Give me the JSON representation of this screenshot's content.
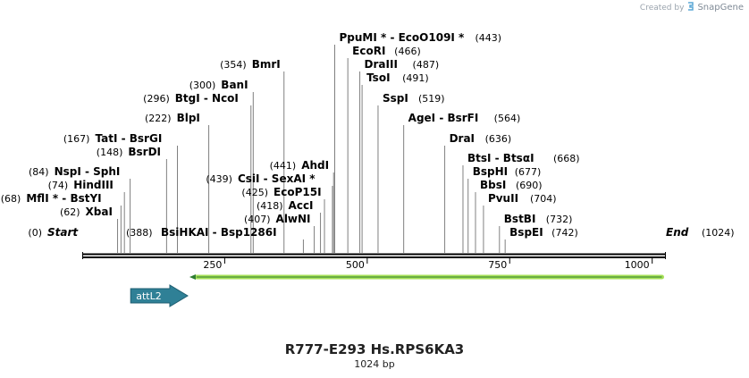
{
  "credit": {
    "prefix": "Created by",
    "brand": "SnapGene"
  },
  "title": "R777-E293 Hs.RPS6KA3",
  "length_label": "1024 bp",
  "sequence": {
    "length": 1024,
    "start_label": "Start",
    "start_pos": "(0)",
    "end_label": "End",
    "end_pos": "(1024)"
  },
  "ticks": [
    {
      "pos": 250,
      "label": "250"
    },
    {
      "pos": 500,
      "label": "500"
    },
    {
      "pos": 750,
      "label": "750"
    },
    {
      "pos": 1000,
      "label": "1000"
    }
  ],
  "features": [
    {
      "name": "attL2",
      "start": 85,
      "end": 185,
      "direction": "forward",
      "color": "#2f8096"
    },
    {
      "name": "",
      "start": 185,
      "end": 1017,
      "direction": "reverse",
      "color": "#a6e057"
    }
  ],
  "sites": [
    {
      "pos": 62,
      "label": "XbaI",
      "pos_label": "(62)"
    },
    {
      "pos": 68,
      "label": "MflI * - BstYI",
      "pos_label": "(68)"
    },
    {
      "pos": 74,
      "label": "HindIII",
      "pos_label": "(74)"
    },
    {
      "pos": 84,
      "label": "NspI - SphI",
      "pos_label": "(84)"
    },
    {
      "pos": 148,
      "label": "BsrDI",
      "pos_label": "(148)"
    },
    {
      "pos": 167,
      "label": "TatI - BsrGI",
      "pos_label": "(167)"
    },
    {
      "pos": 222,
      "label": "BlpI",
      "pos_label": "(222)"
    },
    {
      "pos": 296,
      "label": "BtgI - NcoI",
      "pos_label": "(296)"
    },
    {
      "pos": 300,
      "label": "BanI",
      "pos_label": "(300)"
    },
    {
      "pos": 354,
      "label": "BmrI",
      "pos_label": "(354)"
    },
    {
      "pos": 388,
      "label": "BsiHKAI - Bsp1286I",
      "pos_label": "(388)"
    },
    {
      "pos": 407,
      "label": "AlwNI",
      "pos_label": "(407)"
    },
    {
      "pos": 418,
      "label": "AccI",
      "pos_label": "(418)"
    },
    {
      "pos": 425,
      "label": "EcoP15I",
      "pos_label": "(425)"
    },
    {
      "pos": 439,
      "label": "CsiI - SexAI *",
      "pos_label": "(439)"
    },
    {
      "pos": 441,
      "label": "AhdI",
      "pos_label": "(441)"
    },
    {
      "pos": 443,
      "label": "PpuMI * - EcoO109I *",
      "pos_label": "(443)"
    },
    {
      "pos": 466,
      "label": "EcoRI",
      "pos_label": "(466)"
    },
    {
      "pos": 487,
      "label": "DraIII",
      "pos_label": "(487)"
    },
    {
      "pos": 491,
      "label": "TsoI",
      "pos_label": "(491)"
    },
    {
      "pos": 519,
      "label": "SspI",
      "pos_label": "(519)"
    },
    {
      "pos": 564,
      "label": "AgeI - BsrFI",
      "pos_label": "(564)"
    },
    {
      "pos": 636,
      "label": "DraI",
      "pos_label": "(636)"
    },
    {
      "pos": 668,
      "label": "BtsI - BtsαI",
      "pos_label": "(668)"
    },
    {
      "pos": 677,
      "label": "BspHI",
      "pos_label": "(677)"
    },
    {
      "pos": 690,
      "label": "BbsI",
      "pos_label": "(690)"
    },
    {
      "pos": 704,
      "label": "PvuII",
      "pos_label": "(704)"
    },
    {
      "pos": 732,
      "label": "BstBI",
      "pos_label": "(732)"
    },
    {
      "pos": 742,
      "label": "BspEI",
      "pos_label": "(742)"
    }
  ]
}
